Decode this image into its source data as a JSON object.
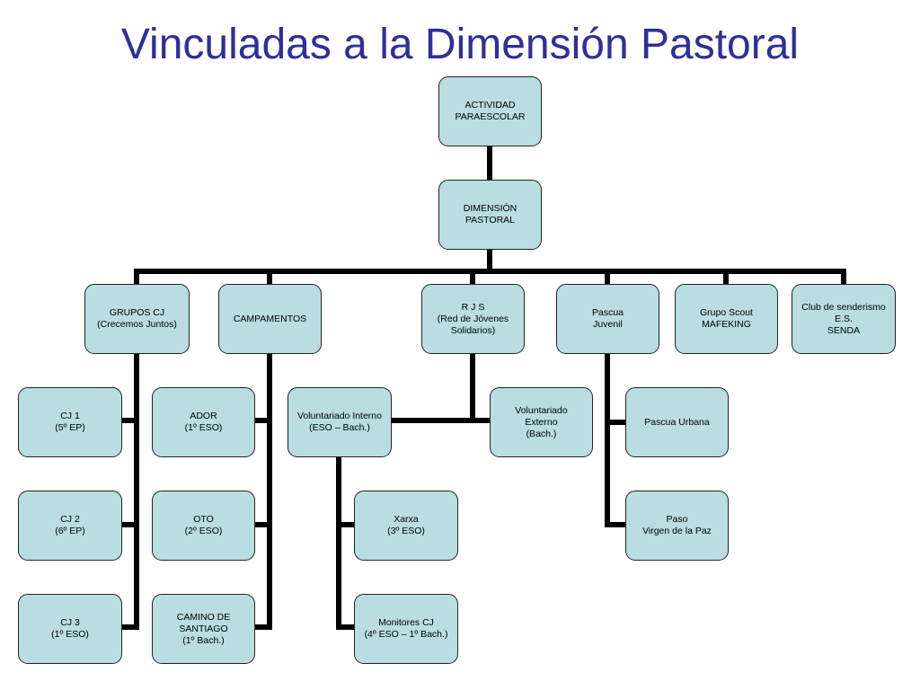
{
  "title": "Vinculadas a la Dimensión Pastoral",
  "colors": {
    "title": "#2e2e9c",
    "node_fill": "#b9dde1",
    "node_border": "#222222",
    "connector": "#000000"
  },
  "nodes": {
    "actividad": "ACTIVIDAD\nPARAESCOLAR",
    "dimension": "DIMENSIÓN\nPASTORAL",
    "grupos_cj": "GRUPOS CJ\n(Crecemos Juntos)",
    "campamentos": "CAMPAMENTOS",
    "rjs": "R J S\n(Red de Jóvenes\nSolidarios)",
    "pascua_juvenil": "Pascua\nJuvenil",
    "grupo_scout": "Grupo Scout\nMAFEKING",
    "club_senderismo": "Club  de senderismo\nE.S.\nSENDA",
    "cj1": "CJ 1\n(5º EP)",
    "cj2": "CJ 2\n(6º EP)",
    "cj3": "CJ 3\n(1º ESO)",
    "ador": "ADOR\n(1º ESO)",
    "oto": "OTO\n(2º ESO)",
    "camino": "CAMINO DE\nSANTIAGO\n(1º Bach.)",
    "vol_interno": "Voluntariado Interno\n(ESO – Bach.)",
    "vol_externo": "Voluntariado\nExterno\n(Bach.)",
    "xarxa": "Xarxa\n(3º ESO)",
    "monitores": "Monitores CJ\n(4º ESO – 1º Bach.)",
    "pascua_urbana": "Pascua Urbana",
    "paso": "Paso\nVirgen de la Paz"
  }
}
